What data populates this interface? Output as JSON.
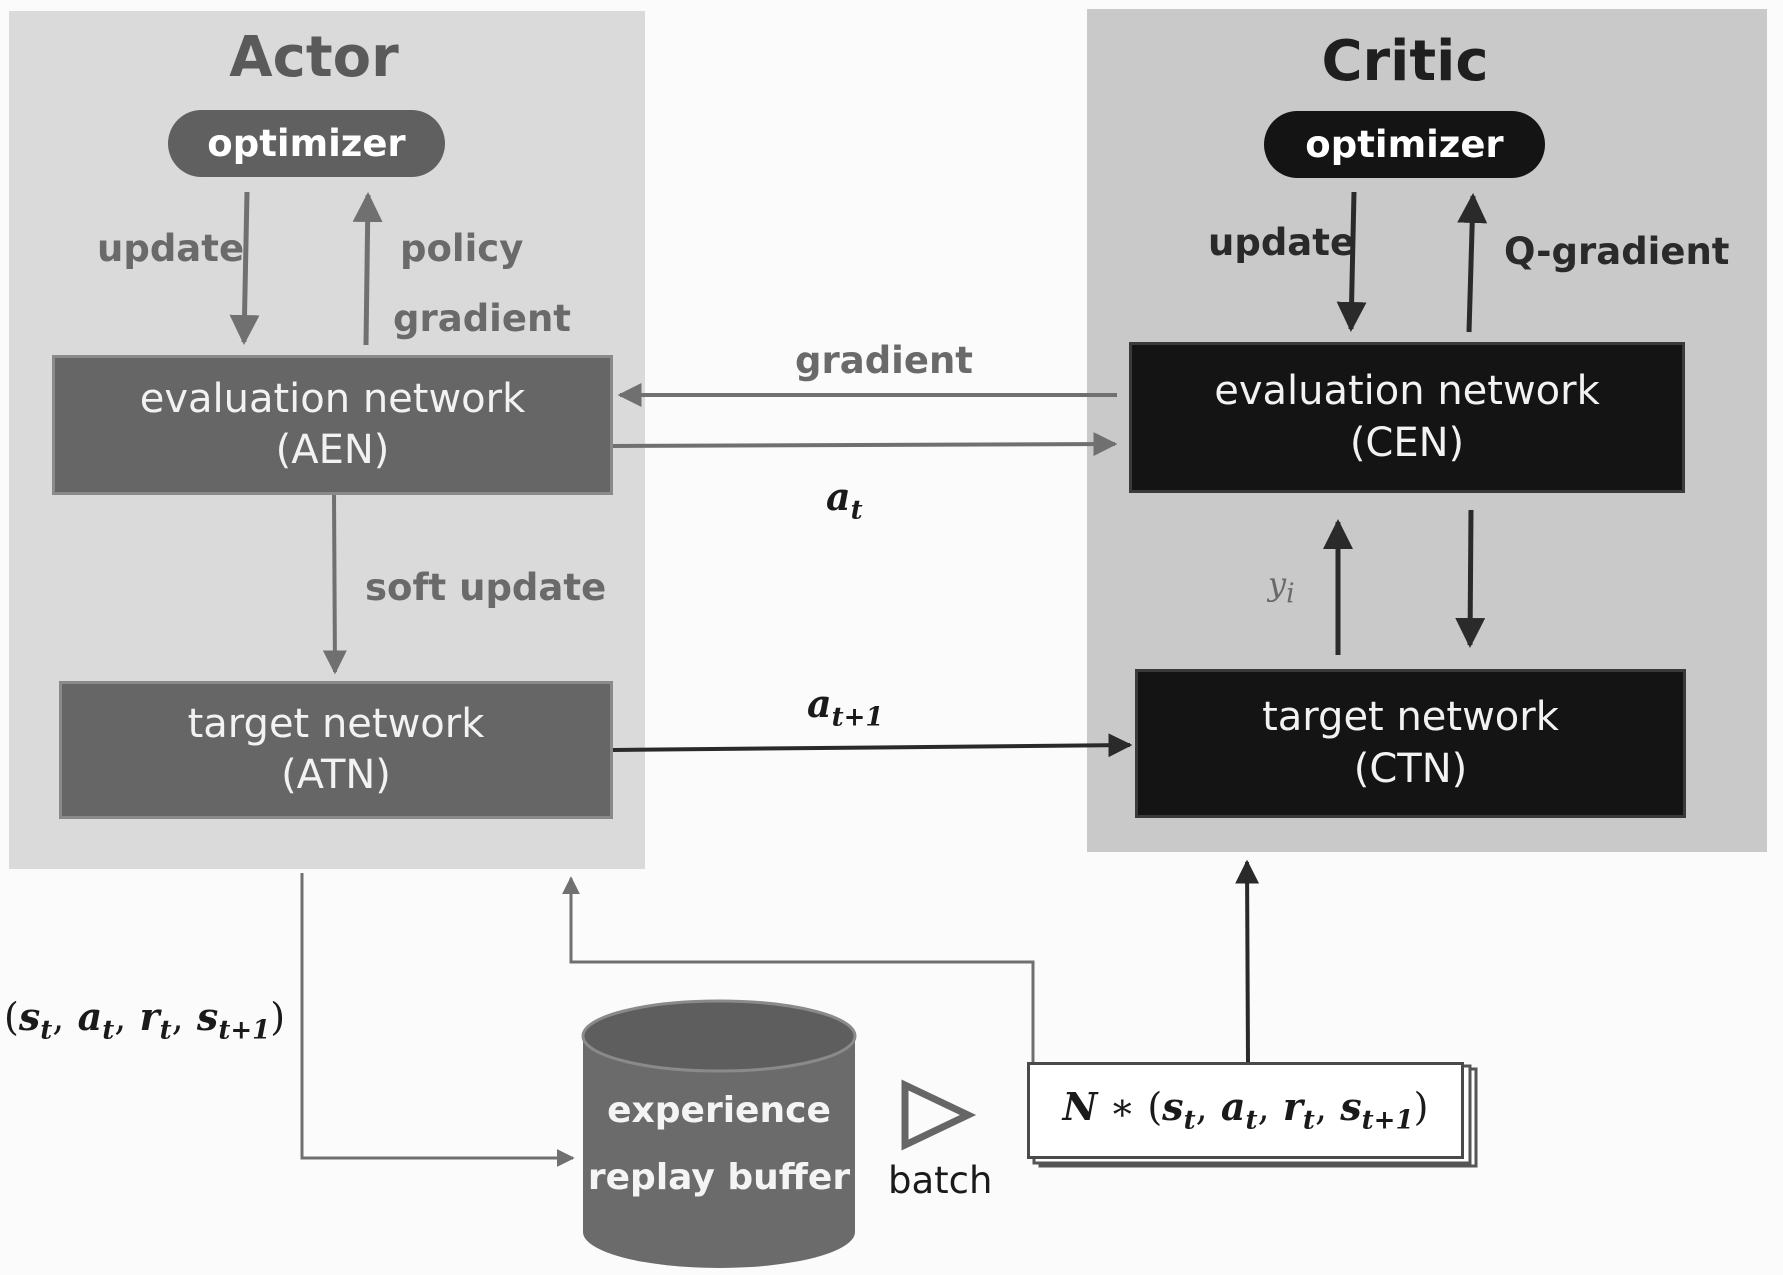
{
  "actor": {
    "title": "Actor",
    "optimizer": "optimizer",
    "update": "update",
    "policy": "policy",
    "gradient": "gradient",
    "eval_name": "evaluation network",
    "eval_abbr": "(AEN)",
    "soft_update": "soft update",
    "target_name": "target network",
    "target_abbr": "(ATN)"
  },
  "critic": {
    "title": "Critic",
    "optimizer": "optimizer",
    "update": "update",
    "q_gradient": "Q-gradient",
    "eval_name": "evaluation network",
    "eval_abbr": "(CEN)",
    "target_name": "target network",
    "target_abbr": "(CTN)",
    "yi": "y",
    "yi_sub": "i"
  },
  "links": {
    "gradient": "gradient",
    "a": "a",
    "t": "t",
    "t_plus_1": "t+1"
  },
  "transition": {
    "open": "(",
    "s": "s",
    "a": "a",
    "r": "r",
    "sep": ",",
    "t": "t",
    "t1": "t+1",
    "close": ")"
  },
  "buffer": {
    "line1": "experience",
    "line2": "replay buffer"
  },
  "batch": {
    "label": "batch",
    "n": "N",
    "times": " ∗ "
  },
  "colors": {
    "actor_panel": "#dadada",
    "critic_panel": "#c9c9c9",
    "actor_box": "#666666",
    "critic_box": "#141414",
    "arrow_grey": "#707070",
    "arrow_dark": "#2a2a2a"
  }
}
